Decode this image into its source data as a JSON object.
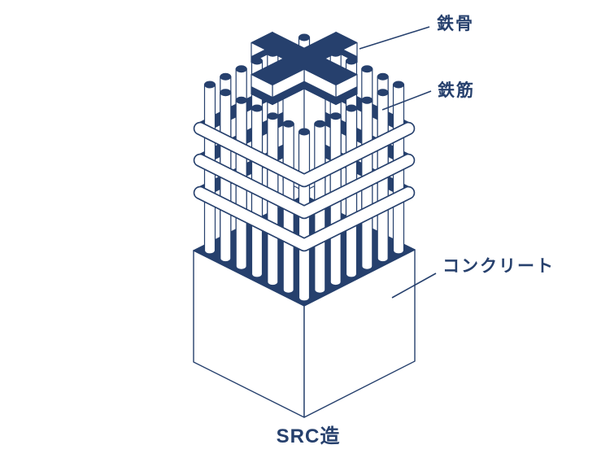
{
  "diagram": {
    "caption": "SRC造",
    "labels": {
      "steel_frame": "鉄骨",
      "rebar": "鉄筋",
      "concrete": "コンクリート"
    },
    "colors": {
      "navy": "#26406d",
      "surface": "#ffffff"
    }
  }
}
